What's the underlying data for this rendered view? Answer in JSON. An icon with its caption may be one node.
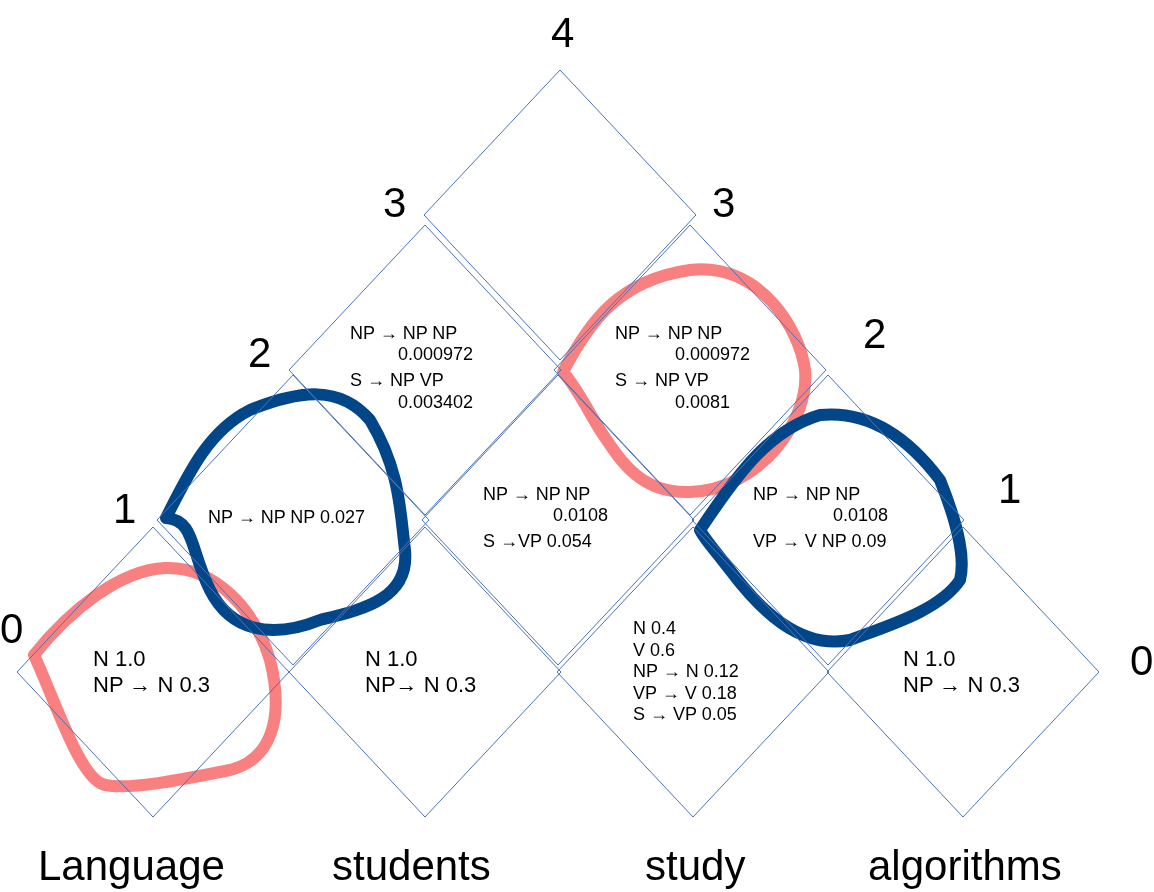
{
  "diagram": {
    "nodes": [
      {
        "text": [],
        "shape": "diamond"
      },
      {
        "text": [
          "NP → NP NP 0.000972",
          "S → NP VP 0.003402"
        ]
      },
      {
        "text": [
          "NP → NP NP 0.000972",
          "S → NP VP 0.0081"
        ]
      },
      {
        "text": [
          "NP → NP NP 0.027"
        ]
      },
      {
        "text": [
          "NP → NP NP 0.0108",
          "S →VP 0.054"
        ]
      },
      {
        "text": [
          "NP → NP NP 0.0108",
          "VP → V NP 0.09"
        ]
      },
      {
        "text": [
          "N 1.0",
          "NP → N 0.3"
        ]
      },
      {
        "text": [
          "N 1.0",
          "NP→ N 0.3"
        ]
      },
      {
        "text": [
          "N 0.4",
          "V 0.6",
          "NP → N 0.12",
          "VP → V 0.18",
          "S → VP 0.05"
        ]
      },
      {
        "text": [
          "N 1.0",
          "NP → N 0.3"
        ]
      }
    ],
    "labels": [
      "4",
      "3",
      "3",
      "2",
      "2",
      "1",
      "1",
      "0",
      "0",
      "Language",
      "students",
      "study",
      "algorithms"
    ]
  }
}
